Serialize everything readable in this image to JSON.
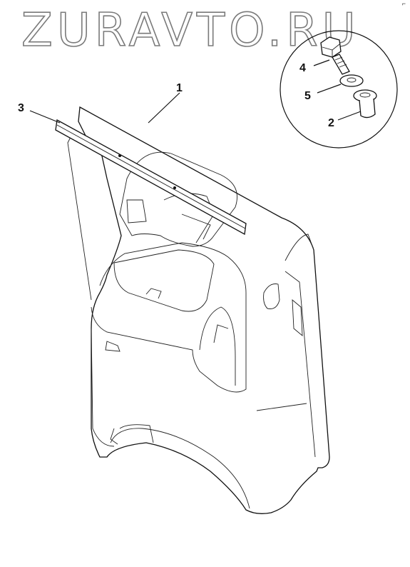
{
  "watermark": {
    "text": "ZURAVTO.RU"
  },
  "corner_mark": "⌐",
  "callouts": [
    {
      "id": "1",
      "label": "1"
    },
    {
      "id": "2",
      "label": "2"
    },
    {
      "id": "3",
      "label": "3"
    },
    {
      "id": "4",
      "label": "4"
    },
    {
      "id": "5",
      "label": "5"
    }
  ],
  "colors": {
    "line": "#111111",
    "watermark": "#7a7a7a",
    "background": "#ffffff"
  }
}
